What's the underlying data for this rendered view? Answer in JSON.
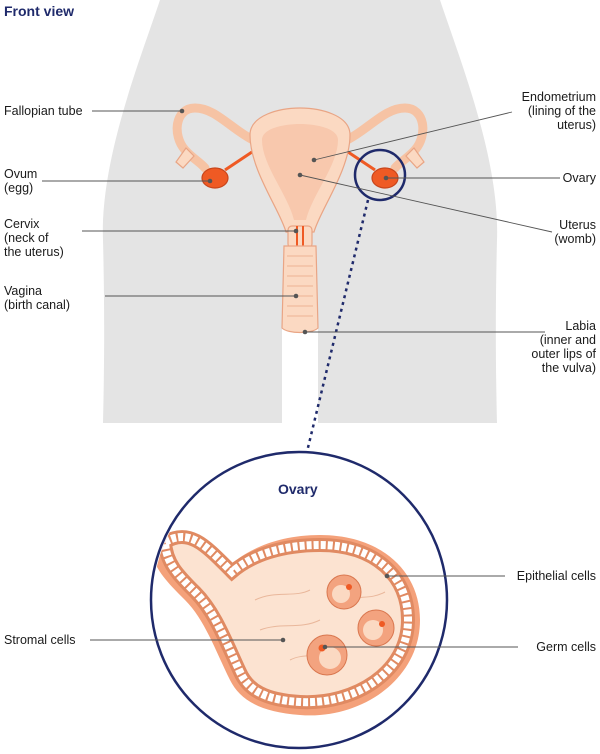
{
  "diagram_title": "Front view",
  "inset_title": "Ovary",
  "labels": {
    "fallopian_tube": "Fallopian tube",
    "ovum": [
      "Ovum",
      "(egg)"
    ],
    "cervix": [
      "Cervix",
      "(neck of",
      "the uterus)"
    ],
    "vagina": [
      "Vagina",
      "(birth canal)"
    ],
    "endometrium": [
      "Endometrium",
      "(lining of the",
      "uterus)"
    ],
    "ovary": "Ovary",
    "uterus": [
      "Uterus",
      "(womb)"
    ],
    "labia": [
      "Labia",
      "(inner and",
      "outer lips of",
      "the vulva)"
    ],
    "epithelial": "Epithelial cells",
    "germ": "Germ cells",
    "stromal": "Stromal cells"
  },
  "colors": {
    "body": "#e4e4e4",
    "organ": "#fbd9c2",
    "organ_line": "#e9a585",
    "ovary": "#ef5a24",
    "accent": "#1f2a6b",
    "leader": "#555555"
  }
}
